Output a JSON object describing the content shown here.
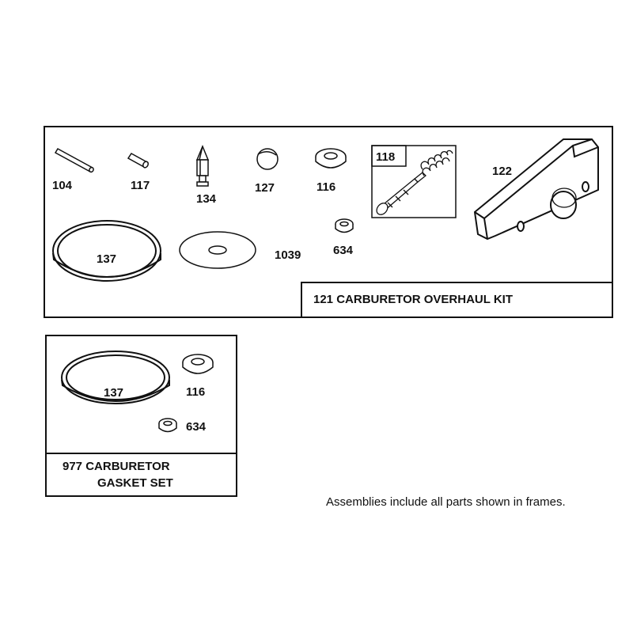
{
  "overhaul_kit": {
    "title": "121 CARBURETOR OVERHAUL KIT",
    "parts": {
      "p104": "104",
      "p117": "117",
      "p134": "134",
      "p127": "127",
      "p116": "116",
      "p118": "118",
      "p122": "122",
      "p137": "137",
      "p1039": "1039",
      "p634": "634"
    }
  },
  "gasket_set": {
    "title_line1": "977 CARBURETOR",
    "title_line2": "GASKET SET",
    "parts": {
      "p137": "137",
      "p116": "116",
      "p634": "634"
    }
  },
  "note": "Assemblies include all parts shown in frames."
}
